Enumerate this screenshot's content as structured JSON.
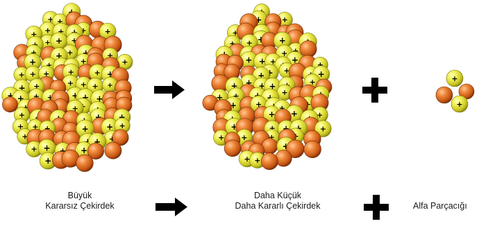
{
  "captions": {
    "large_nucleus": [
      "Büyük",
      "Kararsız Çekirdek"
    ],
    "smaller_nucleus": [
      "Daha Küçük",
      "Daha Kararlı Çekirdek"
    ],
    "alpha_particle": "Alfa Parçacığı"
  },
  "symbols": {
    "arrow": "→",
    "plus": "+",
    "proton_mark": "+"
  },
  "colors": {
    "proton": "#e7e83a",
    "neutron": "#e06a1f",
    "symbol": "#000000"
  },
  "particles": {
    "alpha_protons": 2,
    "alpha_neutrons": 2
  }
}
